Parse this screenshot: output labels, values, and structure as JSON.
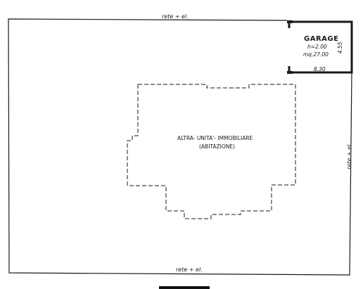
{
  "labels": {
    "top_boundary": "rete + el.",
    "right_boundary": "rete + el.",
    "bottom_boundary": "rete + el.",
    "garage_title": "GARAGE",
    "garage_height": "h=2.00",
    "garage_area": "mq.27.00",
    "garage_width": "8.30",
    "garage_side": "4.55",
    "other_unit_line1": "ALTRA- UNITA'- IMMOBILIARE",
    "other_unit_line2": "(ABITAZIONE)"
  },
  "colors": {
    "ink": "#1a1a1a",
    "paper": "#ffffff"
  }
}
